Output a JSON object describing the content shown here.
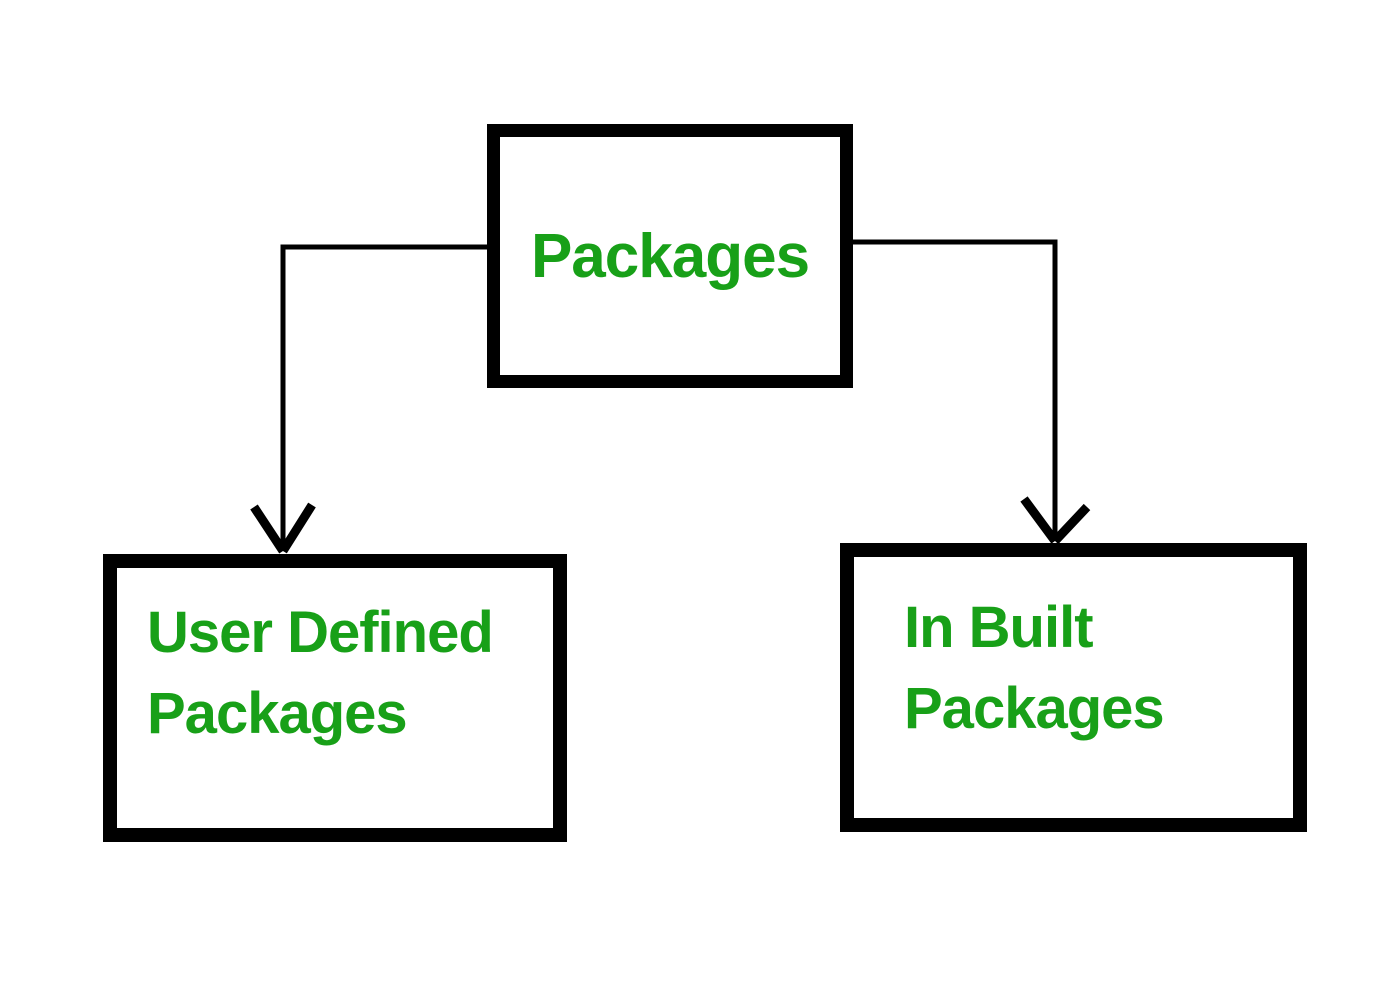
{
  "diagram": {
    "nodes": {
      "root": {
        "label": "Packages"
      },
      "user_defined": {
        "lines": [
          "User Defined",
          "Packages"
        ]
      },
      "in_built": {
        "lines": [
          "In Built",
          "Packages"
        ]
      }
    },
    "edges": [
      {
        "from": "Packages",
        "to": "User Defined Packages",
        "style": "elbow-open-arrow"
      },
      {
        "from": "Packages",
        "to": "In Built Packages",
        "style": "elbow-open-arrow"
      }
    ],
    "colors": {
      "text_green": "#18A018",
      "line_black": "#000000",
      "background": "#FFFFFF"
    }
  }
}
